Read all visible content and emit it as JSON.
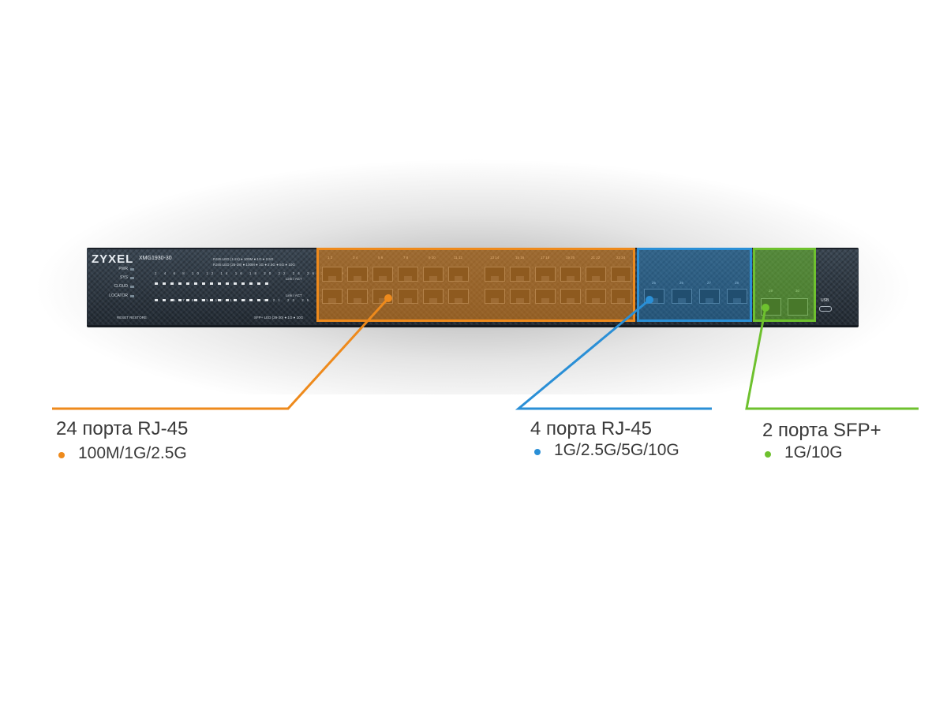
{
  "device": {
    "brand": "ZYXEL",
    "model": "XMG1930-30",
    "led_labels": [
      "PWR",
      "SYS",
      "CLOUD",
      "LOCATOR"
    ],
    "legend_top": "RJ45 LED (1-24) ● 100M ● 1G ● 2.5G",
    "legend_bottom": "RJ45 LED (25-28) ● 100M ● 1G ● 2.5G ● 5G ● 10G",
    "mini_top_numbers": "2 4 6 8 10 12 14 16 18 20 22 24 26 28 30",
    "mini_bottom_numbers": "1 3 5 7 9 11 13 15 17 19 21 23 25 27 29",
    "link_act": "Link / ACT",
    "reset_restore": "RESET   RESTORE",
    "sfp_led": "SFP+ LED (29-30) ● 1G ● 10G",
    "usb": "USB",
    "rj45_2_5g_numbers": [
      "1",
      "2",
      "3",
      "4",
      "5",
      "6",
      "7",
      "8",
      "9",
      "10",
      "11",
      "12",
      "13",
      "14",
      "15",
      "16",
      "17",
      "18",
      "19",
      "20",
      "21",
      "22",
      "23",
      "24"
    ],
    "rj45_10g_numbers": [
      "25",
      "26",
      "27",
      "28"
    ],
    "sfp_numbers": [
      "29",
      "30"
    ]
  },
  "colors": {
    "orange": "#ee8a1c",
    "blue": "#2a8fd6",
    "green": "#6ec12e",
    "chassis": "#2b3540",
    "text": "#3a3a3a"
  },
  "callouts": [
    {
      "id": "rj45-2-5g",
      "title": "24 порта RJ-45",
      "spec": "100M/1G/2.5G",
      "color": "orange"
    },
    {
      "id": "rj45-10g",
      "title": "4 порта RJ-45",
      "spec": "1G/2.5G/5G/10G",
      "color": "blue"
    },
    {
      "id": "sfp-plus",
      "title": "2 порта SFP+",
      "spec": "1G/10G",
      "color": "green"
    }
  ]
}
